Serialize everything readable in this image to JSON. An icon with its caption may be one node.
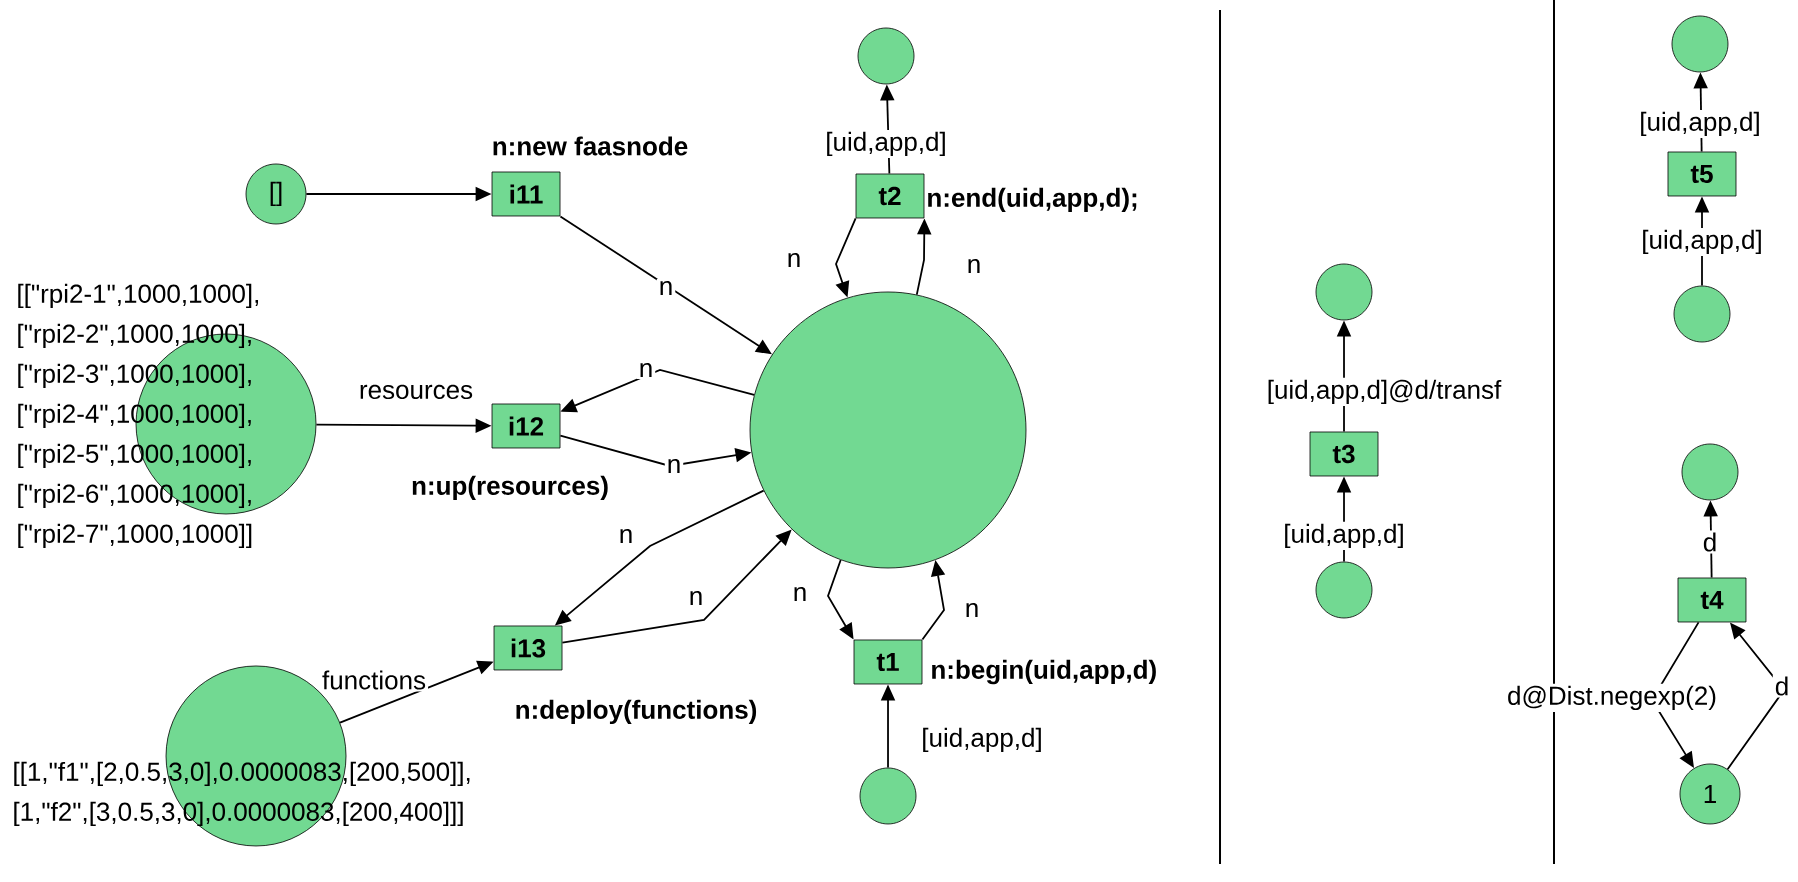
{
  "diagram": {
    "nodes": [
      {
        "text": [],
        "shape": "circle"
      },
      {
        "text": [
          "[]"
        ]
      },
      {
        "text": [
          "i11"
        ],
        "beside": [
          "n:new faasnode"
        ]
      },
      {
        "text": [
          "t2"
        ],
        "beside": [
          "n:end(uid,app,d);"
        ]
      },
      {
        "text": [],
        "shape": "circle"
      },
      {
        "text": [
          "[[\"rpi2-1\",1000,1000], [\"rpi2-2\",1000,1000], [\"rpi2-3\",1000,1000], [\"rpi2-4\",1000,1000], [\"rpi2-5\",1000,1000], [\"rpi2-6\",1000,1000], [\"rpi2-7\",1000,1000]]"
        ]
      },
      {
        "text": [
          "i12"
        ],
        "beside": [
          "n:up(resources)"
        ]
      },
      {
        "text": [
          "i13"
        ],
        "beside": [
          "n:deploy(functions)"
        ]
      },
      {
        "text": [
          "[[1,\"f1\",[2,0.5,3,0],0.0000083,[200,500]], [1,\"f2\",[3,0.5,3,0],0.0000083,[200,400]]]"
        ]
      },
      {
        "text": [
          "t1"
        ],
        "beside": [
          "n:begin(uid,app,d)"
        ]
      },
      {
        "text": [],
        "shape": "circle"
      },
      {
        "text": [],
        "shape": "circle"
      },
      {
        "text": [
          "t3"
        ]
      },
      {
        "text": [],
        "shape": "circle"
      },
      {
        "text": [],
        "shape": "circle"
      },
      {
        "text": [
          "t5"
        ]
      },
      {
        "text": [],
        "shape": "circle"
      },
      {
        "text": [],
        "shape": "circle"
      },
      {
        "text": [
          "t4"
        ]
      },
      {
        "text": [
          "1"
        ]
      }
    ],
    "edges": [
      {
        "from": 1,
        "to": 2,
        "arrow": "to"
      },
      {
        "from": 2,
        "to": 4,
        "arrow": "to",
        "label": "n"
      },
      {
        "from": 4,
        "to": 6,
        "arrow": "to",
        "label": "n"
      },
      {
        "from": 6,
        "to": 4,
        "arrow": "to",
        "label": "n"
      },
      {
        "from": 5,
        "to": 6,
        "arrow": "to",
        "label": "resources"
      },
      {
        "from": 4,
        "to": 7,
        "arrow": "to",
        "label": "n"
      },
      {
        "from": 7,
        "to": 4,
        "arrow": "to",
        "label": "n"
      },
      {
        "from": 8,
        "to": 7,
        "arrow": "to",
        "label": "functions"
      },
      {
        "from": 3,
        "to": 4,
        "arrow": "to",
        "label": "n"
      },
      {
        "from": 4,
        "to": 3,
        "arrow": "to",
        "label": "n"
      },
      {
        "from": 3,
        "to": 0,
        "arrow": "to",
        "label": "[uid,app,d]"
      },
      {
        "from": 4,
        "to": 9,
        "arrow": "to",
        "label": "n"
      },
      {
        "from": 9,
        "to": 4,
        "arrow": "to",
        "label": "n"
      },
      {
        "from": 10,
        "to": 9,
        "arrow": "to",
        "label": "[uid,app,d]"
      },
      {
        "from": 12,
        "to": 11,
        "arrow": "to",
        "label": "[uid,app,d]@d/transf"
      },
      {
        "from": 13,
        "to": 12,
        "arrow": "to",
        "label": "[uid,app,d]"
      },
      {
        "from": 15,
        "to": 14,
        "arrow": "to",
        "label": "[uid,app,d]"
      },
      {
        "from": 16,
        "to": 15,
        "arrow": "to",
        "label": "[uid,app,d]"
      },
      {
        "from": 18,
        "to": 17,
        "arrow": "to",
        "label": "d"
      },
      {
        "from": 18,
        "to": 19,
        "arrow": "to",
        "label": "d@Dist.negexp(2)"
      },
      {
        "from": 19,
        "to": 18,
        "arrow": "to",
        "label": "d"
      }
    ]
  }
}
